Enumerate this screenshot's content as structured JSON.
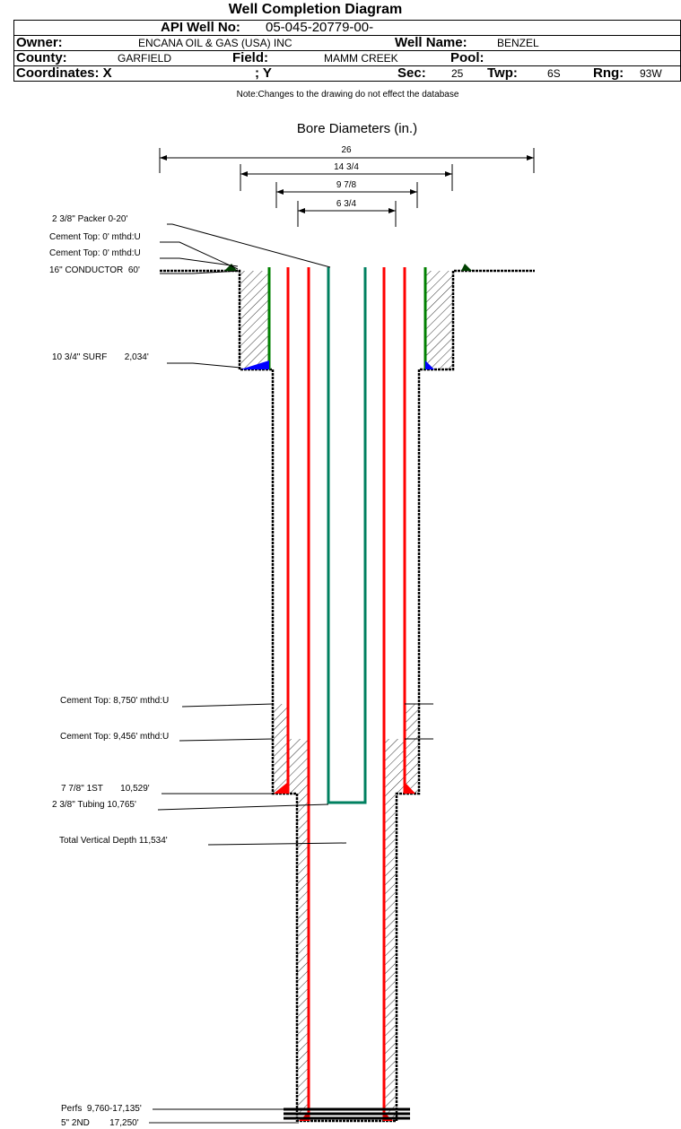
{
  "title": "Well Completion Diagram",
  "header": {
    "api_label": "API Well No:",
    "api": "05-045-20779-00-",
    "owner_label": "Owner:",
    "owner": "ENCANA OIL & GAS (USA) INC",
    "wellname_label": "Well Name:",
    "wellname": "BENZEL",
    "county_label": "County:",
    "county": "GARFIELD",
    "field_label": "Field:",
    "field": "MAMM CREEK",
    "pool_label": "Pool:",
    "coord_label": "Coordinates: X",
    "y_label": "; Y",
    "sec_label": "Sec:",
    "sec": "25",
    "twp_label": "Twp:",
    "twp": "6S",
    "rng_label": "Rng:",
    "rng": "93W"
  },
  "note": "Note:Changes to the drawing do not effect the database",
  "diagram": {
    "bore_title": "Bore Diameters (in.)",
    "diameters": [
      "26",
      "14 3/4",
      "9 7/8",
      "6 3/4"
    ],
    "labels": [
      "2 3/8\" Packer 0-20'",
      "Cement Top: 0' mthd:U",
      "Cement Top: 0' mthd:U",
      "16\" CONDUCTOR  60'",
      "10 3/4\" SURF       2,034'",
      "Cement Top: 8,750' mthd:U",
      "Cement Top: 9,456' mthd:U",
      "7 7/8\" 1ST       10,529'",
      "2 3/8\" Tubing 10,765'",
      "Total Vertical Depth 11,534'",
      "Perfs  9,760-17,135'",
      "5\" 2ND        17,250'"
    ],
    "colors": {
      "casing": "#ff0000",
      "surface": "#008000",
      "tubing": "#008060"
    }
  }
}
